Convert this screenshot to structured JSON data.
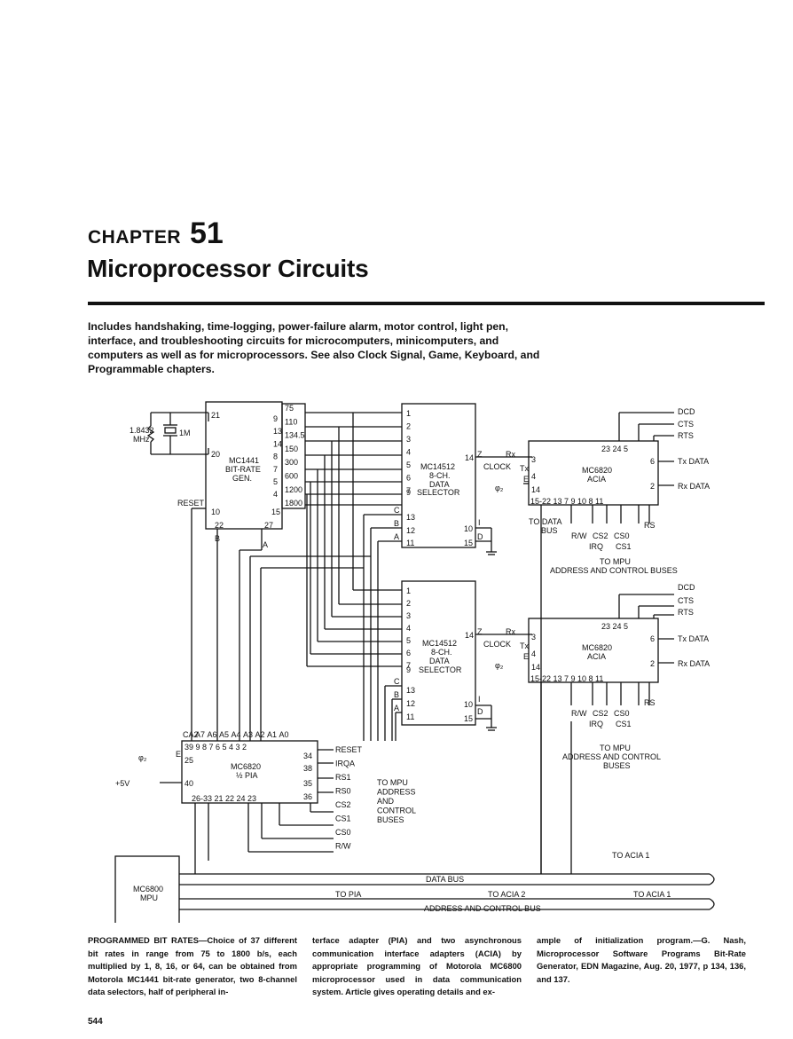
{
  "header": {
    "chapter_word": "CHAPTER",
    "chapter_number": "51",
    "title": "Microprocessor Circuits"
  },
  "intro": "Includes handshaking, time-logging, power-failure alarm, motor control, light pen, interface, and troubleshooting circuits for microcomputers, minicomputers, and computers as well as for microprocessors. See also Clock Signal, Game, Keyboard, and Programmable chapters.",
  "circuit": {
    "crystal": {
      "freq": "1.8432",
      "unit": "MHz",
      "resistor": "1M"
    },
    "brg": {
      "name": "MC1441",
      "line2": "BIT-RATE",
      "line3": "GEN.",
      "pin21": "21",
      "pin20": "20",
      "pin10": "10",
      "pin22": "22",
      "pin27": "27",
      "pin15": "15",
      "pins_right": [
        "9",
        "13",
        "14",
        "8",
        "7",
        "5",
        "4"
      ],
      "reset": "RESET",
      "b": "B",
      "a": "A"
    },
    "rates": [
      "75",
      "110",
      "134.5",
      "150",
      "300",
      "600",
      "1200",
      "1800"
    ],
    "sel": {
      "name": "MC14512",
      "line2": "8-CH.",
      "line3": "DATA",
      "line4": "SELECTOR",
      "pin9": "9",
      "inputs": [
        "1",
        "2",
        "3",
        "4",
        "5",
        "6",
        "7"
      ],
      "c": "C",
      "b": "B",
      "a": "A",
      "p13": "13",
      "p12": "12",
      "p11": "11",
      "p14": "14",
      "p10": "10",
      "p15": "15",
      "z": "Z",
      "d": "D",
      "i": "I"
    },
    "acia": {
      "name": "MC6820",
      "line2": "ACIA",
      "rx": "Rx",
      "tx": "Tx",
      "clock": "CLOCK",
      "e": "E",
      "phi": "φ₂",
      "p3": "3",
      "p4": "4",
      "p14": "14",
      "top_pins": "23  24  5",
      "p6": "6",
      "p2": "2",
      "bottom_pins": "15-22   13   7    9  10   8   11",
      "dcd": "DCD",
      "cts": "CTS",
      "rts": "RTS",
      "txdata": "Tx DATA",
      "rxdata": "Rx DATA",
      "todata": "TO DATA",
      "bus": "BUS",
      "rw": "R/W",
      "cs2": "CS2",
      "cs0": "CS0",
      "rs": "RS",
      "irq": "IRQ",
      "cs1": "CS1",
      "tompu": "TO MPU",
      "addr1": "ADDRESS AND CONTROL BUSES",
      "addr2a": "ADDRESS AND CONTROL",
      "addr2b": "BUSES"
    },
    "pia": {
      "name": "MC6820",
      "line2": "½ PIA",
      "ca2": "CA2",
      "a_labels": [
        "A7",
        "A6",
        "A5",
        "A4",
        "A3",
        "A2",
        "A1",
        "A0"
      ],
      "top_pins": "39  9   8   7   6   5   4   3   2",
      "p34": "34",
      "p38": "38",
      "p35": "35",
      "p36": "36",
      "p25": "25",
      "p40": "40",
      "bottom_pins": "26-33        21   22  24  23",
      "e": "E",
      "phi": "φ₂",
      "v5": "+5V",
      "right_labels": [
        "RESET",
        "IRQA",
        "RS1",
        "RS0",
        "CS2",
        "CS1",
        "CS0",
        "R/W"
      ],
      "tompu": [
        "TO MPU",
        "ADDRESS",
        "AND",
        "CONTROL",
        "BUSES"
      ]
    },
    "mpu": {
      "name": "MC6800",
      "line2": "MPU"
    },
    "buses": {
      "data_bus": "DATA BUS",
      "addr_bus": "ADDRESS AND CONTROL BUS",
      "to_pia": "TO PIA",
      "to_acia2": "TO ACIA 2",
      "to_acia1": "TO ACIA 1",
      "to_acia1_top": "TO ACIA 1"
    }
  },
  "body": {
    "col1": "PROGRAMMED BIT RATES—Choice of 37 different bit rates in range from 75 to 1800 b/s, each multiplied by 1, 8, 16, or 64, can be obtained from Motorola MC1441 bit-rate generator, two 8-channel data selectors, half of peripheral in-",
    "col2": "terface adapter (PIA) and two asynchronous communication interface adapters (ACIA) by appropriate programming of Motorola MC6800 microprocessor used in data communication system. Article gives operating details and ex-",
    "col3": "ample of initialization program.—G. Nash, Microprocessor Software Programs Bit-Rate Generator, EDN Magazine, Aug. 20, 1977, p 134, 136, and 137."
  },
  "page_number": "544"
}
